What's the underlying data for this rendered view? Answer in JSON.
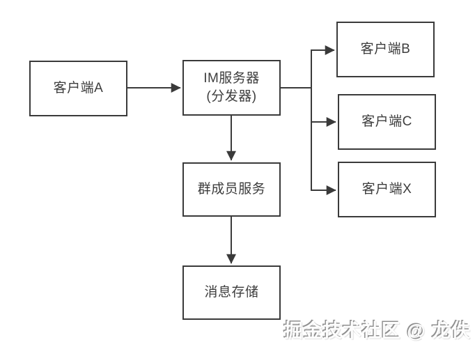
{
  "diagram": {
    "nodes": {
      "client_a": {
        "label": "客户端A"
      },
      "im_server": {
        "line1": "IM服务器",
        "line2": "(分发器)"
      },
      "client_b": {
        "label": "客户端B"
      },
      "client_c": {
        "label": "客户端C"
      },
      "client_x": {
        "label": "客户端X"
      },
      "group_service": {
        "label": "群成员服务"
      },
      "message_store": {
        "label": "消息存储"
      }
    },
    "edges": [
      {
        "from": "client_a",
        "to": "im_server",
        "arrow": true
      },
      {
        "from": "im_server",
        "to": "client_b",
        "arrow": true
      },
      {
        "from": "im_server",
        "to": "client_c",
        "arrow": true
      },
      {
        "from": "im_server",
        "to": "client_x",
        "arrow": true
      },
      {
        "from": "im_server",
        "to": "group_service",
        "arrow": true
      },
      {
        "from": "group_service",
        "to": "message_store",
        "arrow": true
      }
    ]
  },
  "watermark": {
    "text": "掘金技术社区 @ 龙佚"
  },
  "colors": {
    "line": "#3a3a3a",
    "text": "#3d3d3d",
    "background": "#ffffff",
    "watermark_fill": "#fdfdfd",
    "watermark_shadow": "#8f8f8f"
  }
}
